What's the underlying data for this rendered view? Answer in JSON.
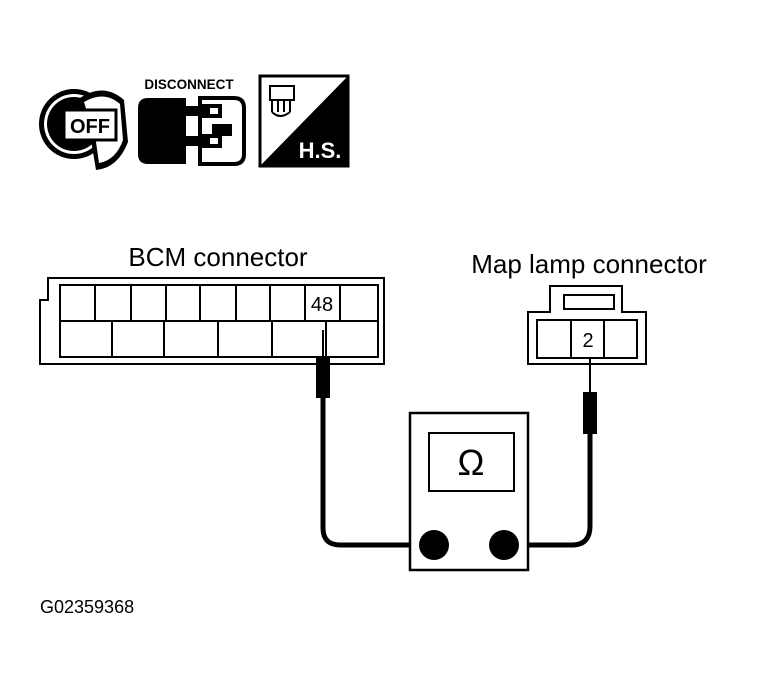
{
  "icons": {
    "ignition": {
      "icon": "ignition-key-icon",
      "text": "OFF"
    },
    "disconnect": {
      "icon": "disconnect-connector-icon",
      "text": "DISCONNECT"
    },
    "harness_side": {
      "icon": "harness-side-icon",
      "text": "H.S."
    }
  },
  "bcm_connector": {
    "label": "BCM connector",
    "pin": "48"
  },
  "map_lamp_connector": {
    "label": "Map lamp connector",
    "pin": "2"
  },
  "ohmmeter": {
    "icon": "ohm-symbol-icon",
    "symbol": "Ω"
  },
  "figure_code": "G02359368"
}
